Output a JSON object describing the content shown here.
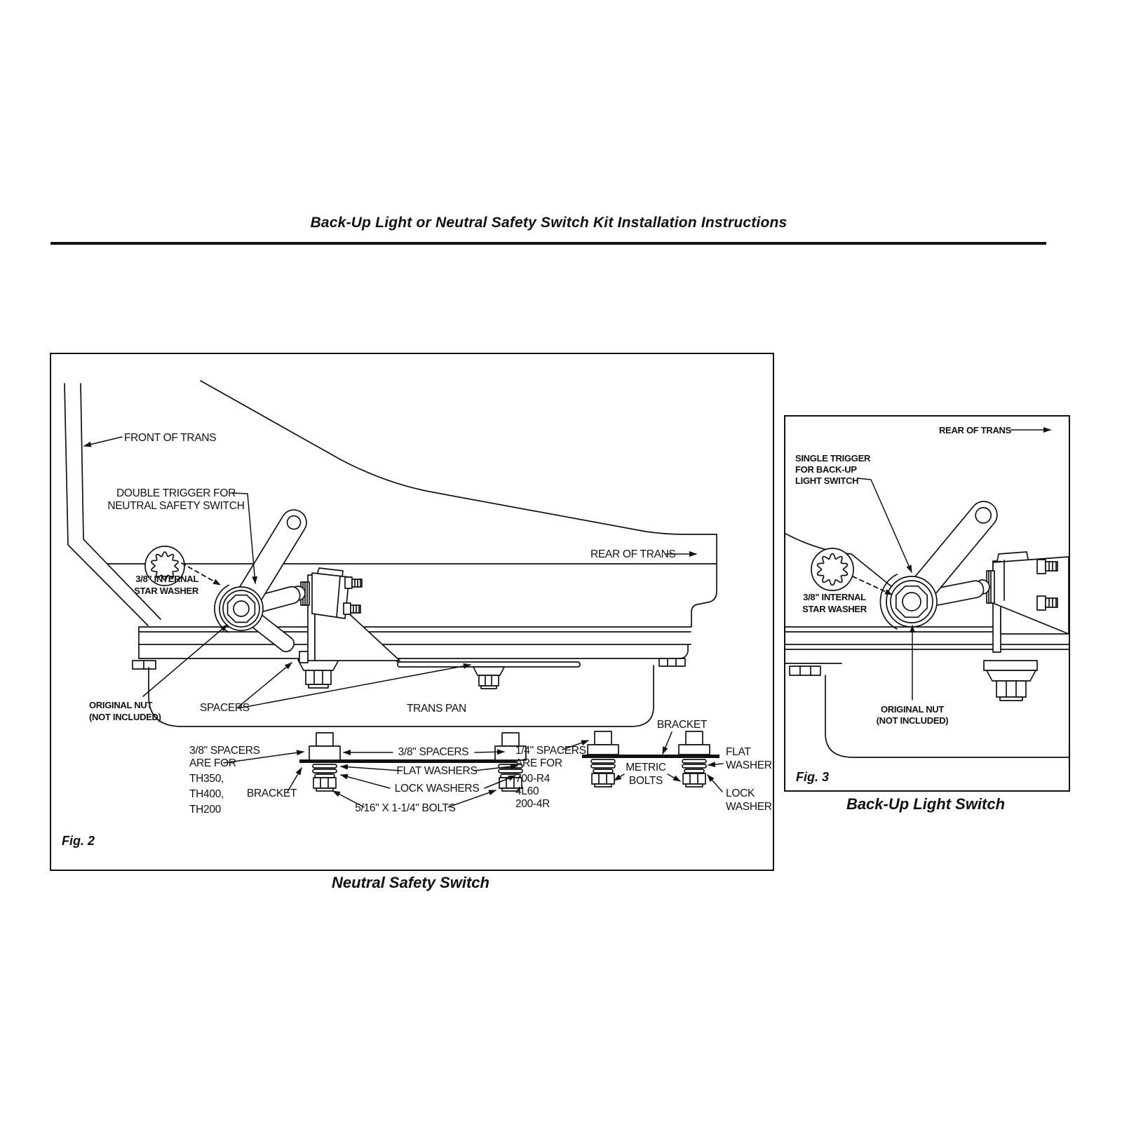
{
  "page": {
    "title": "Back-Up Light or Neutral Safety Switch Kit Installation Instructions",
    "colors": {
      "ink": "#111111",
      "paper": "#ffffff"
    }
  },
  "fig2": {
    "fig_label": "Fig. 2",
    "caption": "Neutral Safety Switch",
    "labels": {
      "front_of_trans": "FRONT OF TRANS",
      "double_trigger": [
        "DOUBLE TRIGGER FOR",
        "NEUTRAL SAFETY SWITCH"
      ],
      "star_washer": [
        "3/8\" INTERNAL",
        "STAR WASHER"
      ],
      "rear_of_trans": "REAR OF TRANS",
      "original_nut": [
        "ORIGINAL NUT",
        "(NOT INCLUDED)"
      ],
      "spacers": "SPACERS",
      "trans_pan": "TRANS PAN",
      "spacers_38_note": [
        "3/8\" SPACERS",
        "ARE FOR",
        "TH350,",
        "TH400,",
        "TH200"
      ],
      "bracket_left": "BRACKET",
      "spacers_38": "3/8\" SPACERS",
      "flat_washers": "FLAT WASHERS",
      "lock_washers": "LOCK WASHERS",
      "bolts_516": "5/16\" X 1-1/4\" BOLTS",
      "spacers_14_note": [
        "1/4\" SPACERS",
        "ARE FOR",
        "700-R4",
        "4L60",
        "200-4R"
      ],
      "metric_bolts": [
        "METRIC",
        "BOLTS"
      ],
      "bracket_right": "BRACKET",
      "flat_washer": [
        "FLAT",
        "WASHER"
      ],
      "lock_washer": [
        "LOCK",
        "WASHER"
      ]
    }
  },
  "fig3": {
    "fig_label": "Fig. 3",
    "caption": "Back-Up Light Switch",
    "labels": {
      "rear_of_trans": "REAR OF TRANS",
      "single_trigger": [
        "SINGLE TRIGGER",
        "FOR BACK-UP",
        "LIGHT SWITCH"
      ],
      "star_washer": [
        "3/8\" INTERNAL",
        "STAR WASHER"
      ],
      "original_nut": [
        "ORIGINAL NUT",
        "(NOT INCLUDED)"
      ]
    }
  }
}
